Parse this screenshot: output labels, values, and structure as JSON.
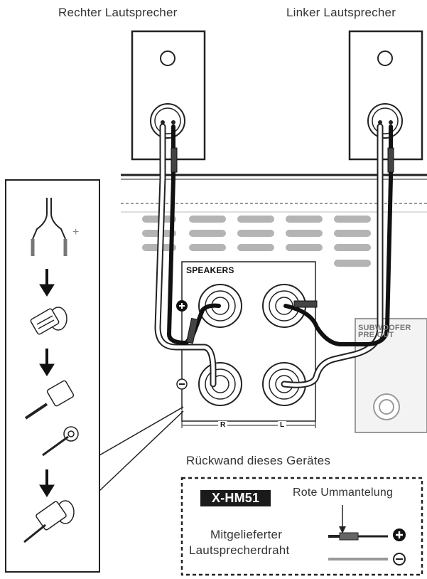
{
  "labels": {
    "right_speaker": "Rechter Lautsprecher",
    "left_speaker": "Linker Lautsprecher",
    "speakers_panel": "SPEAKERS",
    "terminal_r": "R",
    "terminal_l": "L",
    "subwoofer": "SUBWOOFER PRE OUT",
    "plus_mark": "+",
    "back_panel": "Rückwand dieses Gerätes",
    "model": "X-HM51",
    "red_sheath": "Rote Ummantelung",
    "supplied_cable_line1": "Mitgelieferter",
    "supplied_cable_line2": "Lautsprecherdraht"
  },
  "icons": [
    "speaker-icon",
    "arrow-down-icon",
    "binding-post-icon",
    "plus-circle-icon",
    "minus-circle-icon",
    "rca-jack-icon"
  ],
  "colors": {
    "line": "#1a1a1a",
    "panel_gray": "#9c9c9c",
    "wire_light": "#ffffff",
    "badge_bg": "#1a1a1a",
    "badge_text": "#ffffff"
  }
}
